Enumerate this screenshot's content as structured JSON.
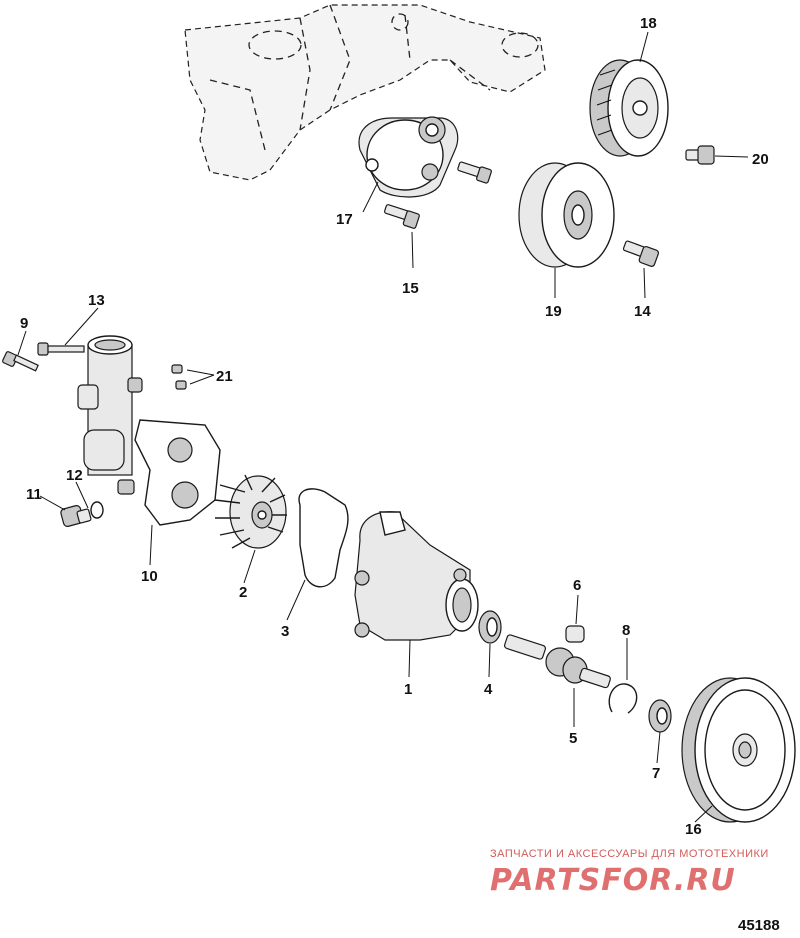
{
  "callouts": [
    "1",
    "2",
    "3",
    "4",
    "5",
    "6",
    "7",
    "8",
    "9",
    "10",
    "11",
    "12",
    "13",
    "14",
    "15",
    "16",
    "17",
    "18",
    "19",
    "20",
    "21"
  ],
  "watermark": {
    "tagline": "ЗАПЧАСТИ И АКСЕССУАРЫ ДЛЯ МОТОТЕХНИКИ",
    "brand": "PARTSFOR.RU"
  },
  "figure_ref": "45188"
}
